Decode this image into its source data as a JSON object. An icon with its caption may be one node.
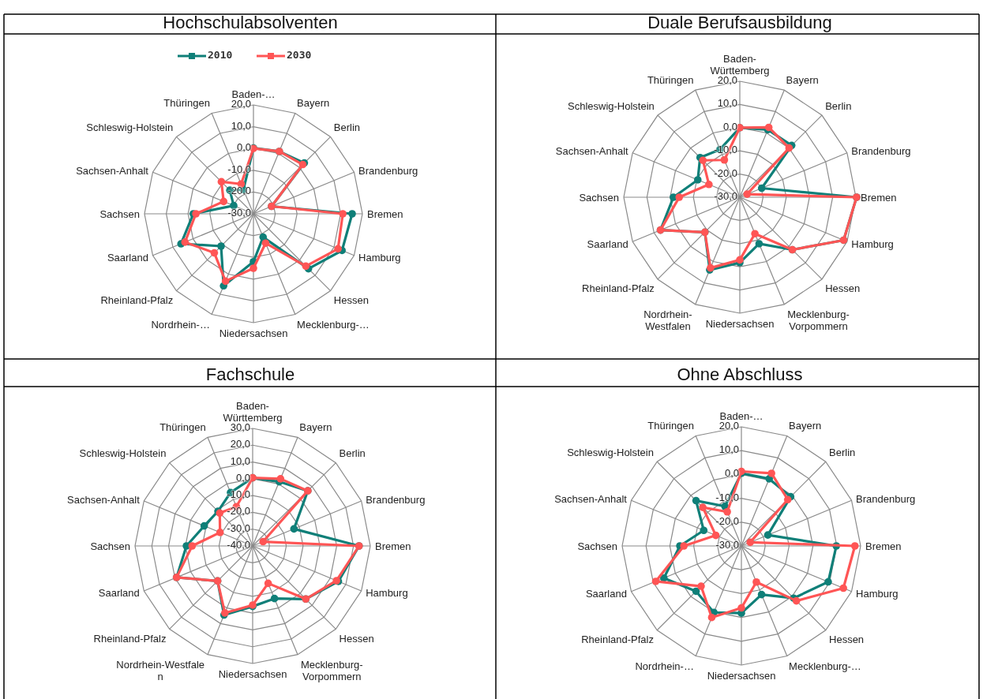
{
  "diagram": {
    "labels": [
      "Hochschulabsolventen",
      "Baden-…",
      "Bayern",
      "Berlin",
      "Brandenburg",
      "Bremen",
      "Hamburg",
      "Hessen",
      "Mecklenburg-…",
      "Niedersachsen",
      "Nordrhein-…",
      "Rheinland-Pfalz",
      "Saarland",
      "Sachsen",
      "Sachsen-Anhalt",
      "Schleswig-Holstein",
      "Thüringen",
      "20,0",
      "10,0",
      "0,0",
      "-10,0",
      "-20,0",
      "-30,0",
      "Duale Berufsausbildung",
      "Baden-Württemberg",
      "Bayern",
      "Berlin",
      "Brandenburg",
      "Bremen",
      "Hamburg",
      "Hessen",
      "Mecklenburg-Vorpommern",
      "Niedersachsen",
      "Nordrhein-Westfalen",
      "Rheinland-Pfalz",
      "Saarland",
      "Sachsen",
      "Sachsen-Anhalt",
      "Schleswig-Holstein",
      "Thüringen",
      "20,0",
      "10,0",
      "0,0",
      "-10,0",
      "-20,0",
      "-30,0",
      "Fachschule",
      "Baden-Württemberg",
      "Bayern",
      "Berlin",
      "Brandenburg",
      "Bremen",
      "Hamburg",
      "Hessen",
      "Mecklenburg-Vorpommern",
      "Niedersachsen",
      "Nordrhein-Westfale n",
      "Rheinland-Pfalz",
      "Saarland",
      "Sachsen",
      "Sachsen-Anhalt",
      "Schleswig-Holstein",
      "Thüringen",
      "30,0",
      "20,0",
      "10,0",
      "0,0",
      "-10,0",
      "-20,0",
      "-30,0",
      "-40,0",
      "Ohne Abschluss",
      "Baden-…",
      "Bayern",
      "Berlin",
      "Brandenburg",
      "Bremen",
      "Hamburg",
      "Hessen",
      "Mecklenburg-…",
      "Niedersachsen",
      "Nordrhein-…",
      "Rheinland-Pfalz",
      "Saarland",
      "Sachsen",
      "Sachsen-Anhalt",
      "Schleswig-Holstein",
      "Thüringen",
      "20,0",
      "10,0",
      "0,0",
      "-10,0",
      "-20,0",
      "-30,0"
    ],
    "legend": [
      {
        "text": "2010"
      },
      {
        "text": "2030"
      }
    ]
  }
}
